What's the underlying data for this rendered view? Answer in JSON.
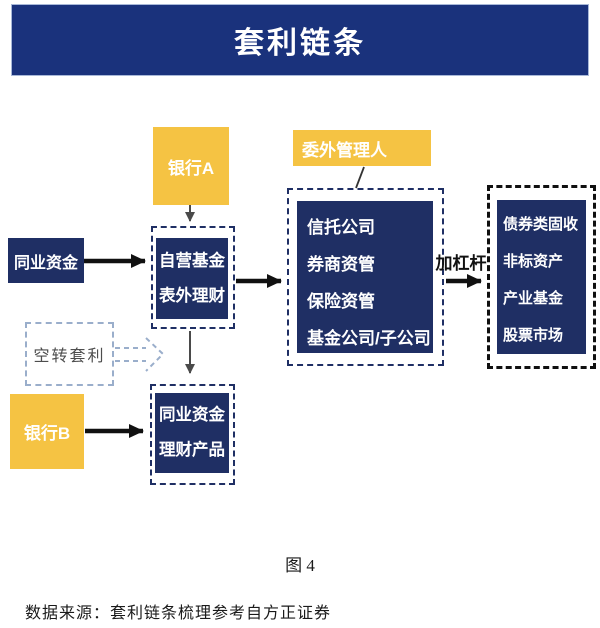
{
  "header": {
    "title": "套利链条"
  },
  "diagram": {
    "nodes": {
      "bank_a": {
        "label": "银行A"
      },
      "outsourced_manager": {
        "label": "委外管理人"
      },
      "interbank_funds": {
        "label": "同业资金"
      },
      "proprietary": {
        "lines": [
          "自营基金",
          "表外理财"
        ]
      },
      "managers": {
        "lines": [
          "信托公司",
          "券商资管",
          "保险资管",
          "基金公司/子公司"
        ]
      },
      "assets": {
        "lines": [
          "债券类固收",
          "非标资产",
          "产业基金",
          "股票市场"
        ]
      },
      "idle_arbitrage": {
        "label": "空转套利"
      },
      "bank_b": {
        "label": "银行B"
      },
      "interbank_wm": {
        "lines": [
          "同业资金",
          "理财产品"
        ]
      }
    },
    "edge_labels": {
      "add_leverage": "加杠杆"
    }
  },
  "caption": "图 4",
  "source": "数据来源：套利链条梳理参考自方正证券",
  "colors": {
    "header_navy": "#1a327c",
    "box_navy": "#1f2f64",
    "yellow": "#f5c343",
    "arrow_black": "#111111",
    "arrow_gray": "#4a4a4a",
    "dashed_light_blue": "#9aaecb",
    "black_dashed_border": "#101010"
  }
}
